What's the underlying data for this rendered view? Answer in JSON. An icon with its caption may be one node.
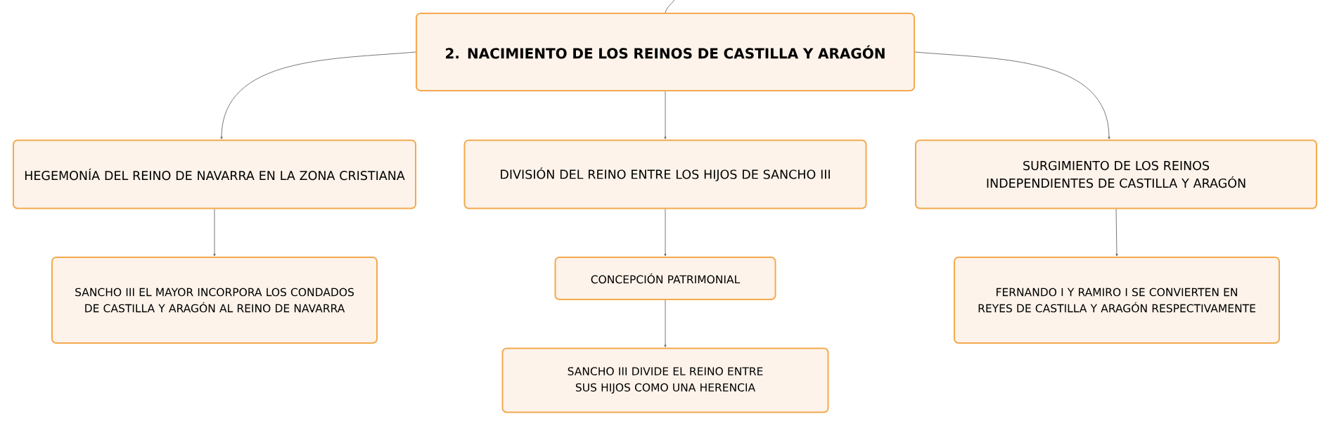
{
  "diagram": {
    "nodes": [
      {
        "text": [
          "2. NACIMIENTO DE LOS REINOS DE CASTILLA Y ARAGÓN"
        ]
      },
      {
        "text": [
          "HEGEMONÍA DEL REINO DE NAVARRA EN LA ZONA CRISTIANA"
        ]
      },
      {
        "text": [
          "DIVISIÓN DEL REINO ENTRE LOS HIJOS DE SANCHO III"
        ]
      },
      {
        "text": [
          "SURGIMIENTO DE LOS REINOS INDEPENDIENTES DE CASTILLA Y ARAGÓN"
        ]
      },
      {
        "text": [
          "SANCHO III EL MAYOR INCORPORA LOS CONDADOS DE CASTILLA Y ARAGÓN AL REINO DE NAVARRA"
        ]
      },
      {
        "text": [
          "CONCEPCIÓN PATRIMONIAL"
        ]
      },
      {
        "text": [
          "SANCHO III DIVIDE EL REINO ENTRE SUS HIJOS COMO UNA HERENCIA"
        ]
      },
      {
        "text": [
          "FERNANDO I Y RAMIRO I SE CONVIERTEN EN REYES DE CASTILLA Y ARAGÓN RESPECTIVAMENTE"
        ]
      }
    ],
    "edges": [
      {
        "from": null,
        "to": 0,
        "arrow": "none"
      },
      {
        "from": 0,
        "to": 1,
        "arrow": "to"
      },
      {
        "from": 0,
        "to": 2,
        "arrow": "to"
      },
      {
        "from": 0,
        "to": 3,
        "arrow": "to"
      },
      {
        "from": 1,
        "to": 4,
        "arrow": "to"
      },
      {
        "from": 2,
        "to": 5,
        "arrow": "to"
      },
      {
        "from": 5,
        "to": 6,
        "arrow": "to"
      },
      {
        "from": 3,
        "to": 7,
        "arrow": "to"
      }
    ]
  }
}
